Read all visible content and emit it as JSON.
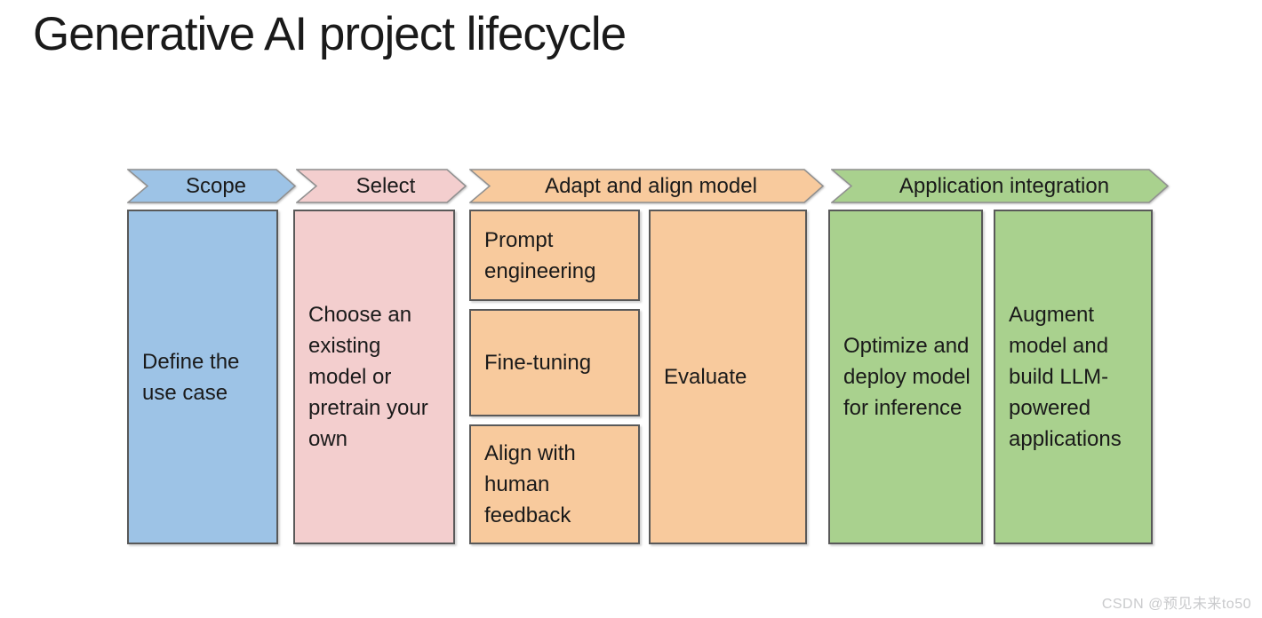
{
  "title": "Generative AI project lifecycle",
  "colors": {
    "text": "#1a1a1a",
    "background": "#ffffff",
    "box_outline": "#595959",
    "chevron_outline": "#8f8f8f",
    "watermark": "#c9cacc"
  },
  "stages": [
    {
      "id": "scope",
      "label": "Scope",
      "color": "#9DC3E6",
      "boxes": [
        "Define the use case"
      ]
    },
    {
      "id": "select",
      "label": "Select",
      "color": "#F3CECE",
      "boxes": [
        "Choose an existing model or pretrain your own"
      ]
    },
    {
      "id": "adapt-and-align",
      "label": "Adapt and align model",
      "color": "#F8CA9D",
      "boxes": [
        "Prompt engineering",
        "Fine-tuning",
        "Align with human feedback",
        "Evaluate"
      ]
    },
    {
      "id": "application-integration",
      "label": "Application integration",
      "color": "#A9D18E",
      "boxes": [
        "Optimize and deploy model for inference",
        "Augment model and build LLM-powered applications"
      ]
    }
  ],
  "watermark": "CSDN @预见未来to50"
}
